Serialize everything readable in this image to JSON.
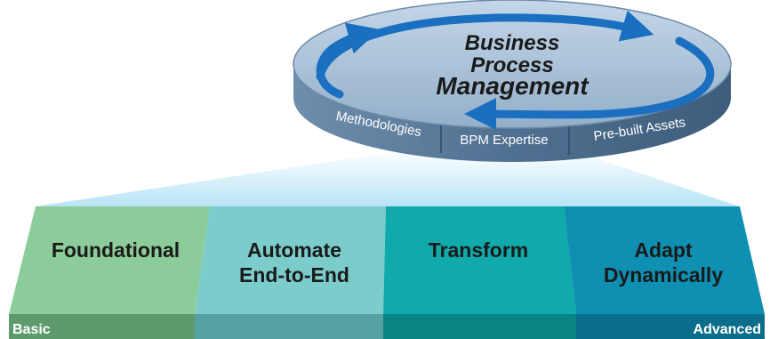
{
  "disc": {
    "title_lines": [
      "Business",
      "Process",
      "Management"
    ],
    "rim_labels": [
      "Methodologies",
      "BPM Expertise",
      "Pre-built Assets"
    ]
  },
  "stages": [
    {
      "lines": [
        "Foundational"
      ],
      "color": "#8ccc9a",
      "dark": "#5e9a6c"
    },
    {
      "lines": [
        "Automate",
        "End-to-End"
      ],
      "color": "#7ccccc",
      "dark": "#55a0a0"
    },
    {
      "lines": [
        "Transform"
      ],
      "color": "#10aaaa",
      "dark": "#0c8484"
    },
    {
      "lines": [
        "Adapt",
        "Dynamically"
      ],
      "color": "#0f8fb2",
      "dark": "#0a6e8a"
    }
  ],
  "scale": {
    "start": "Basic",
    "end": "Advanced"
  },
  "colors": {
    "disc_top": "#a8c0d8",
    "disc_rim": "#58799a",
    "arrow": "#1a6fc0",
    "beam": "#c9ecfa"
  }
}
